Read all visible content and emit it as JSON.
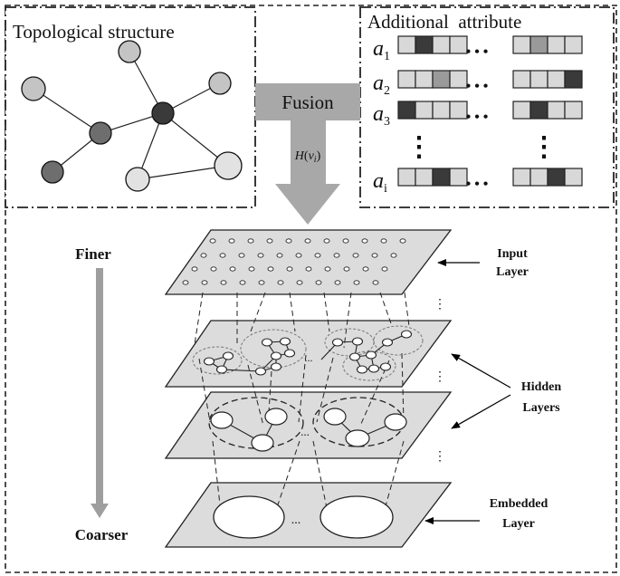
{
  "topology": {
    "title": "Topological structure"
  },
  "attributes": {
    "title": "Additional  attribute",
    "rows": [
      {
        "symbol": "a",
        "subscript": "1"
      },
      {
        "symbol": "a",
        "subscript": "2"
      },
      {
        "symbol": "a",
        "subscript": "3"
      },
      {
        "symbol": "a",
        "subscript": "i"
      }
    ],
    "ellipsis": "• • •",
    "vertical_ellipsis": "⋮"
  },
  "fusion": {
    "label": "Fusion",
    "function": "H",
    "argument": "v",
    "argument_subscript": "i"
  },
  "scale": {
    "top_label": "Finer",
    "bottom_label": "Coarser"
  },
  "layers": {
    "input": {
      "line1": "Input",
      "line2": "Layer"
    },
    "hidden": {
      "line1": "Hidden",
      "line2": "Layers"
    },
    "embedded": {
      "line1": "Embedded",
      "line2": "Layer"
    },
    "dots": "...",
    "side_dots": "⋮"
  },
  "colors": {
    "plane_fill": "#dcdcdc",
    "arrow_fill": "#a8a8a8",
    "node_dark": "#3a3a3a",
    "node_mid": "#6e6e6e",
    "node_light": "#c4c4c4",
    "node_pale": "#e2e2e2"
  }
}
